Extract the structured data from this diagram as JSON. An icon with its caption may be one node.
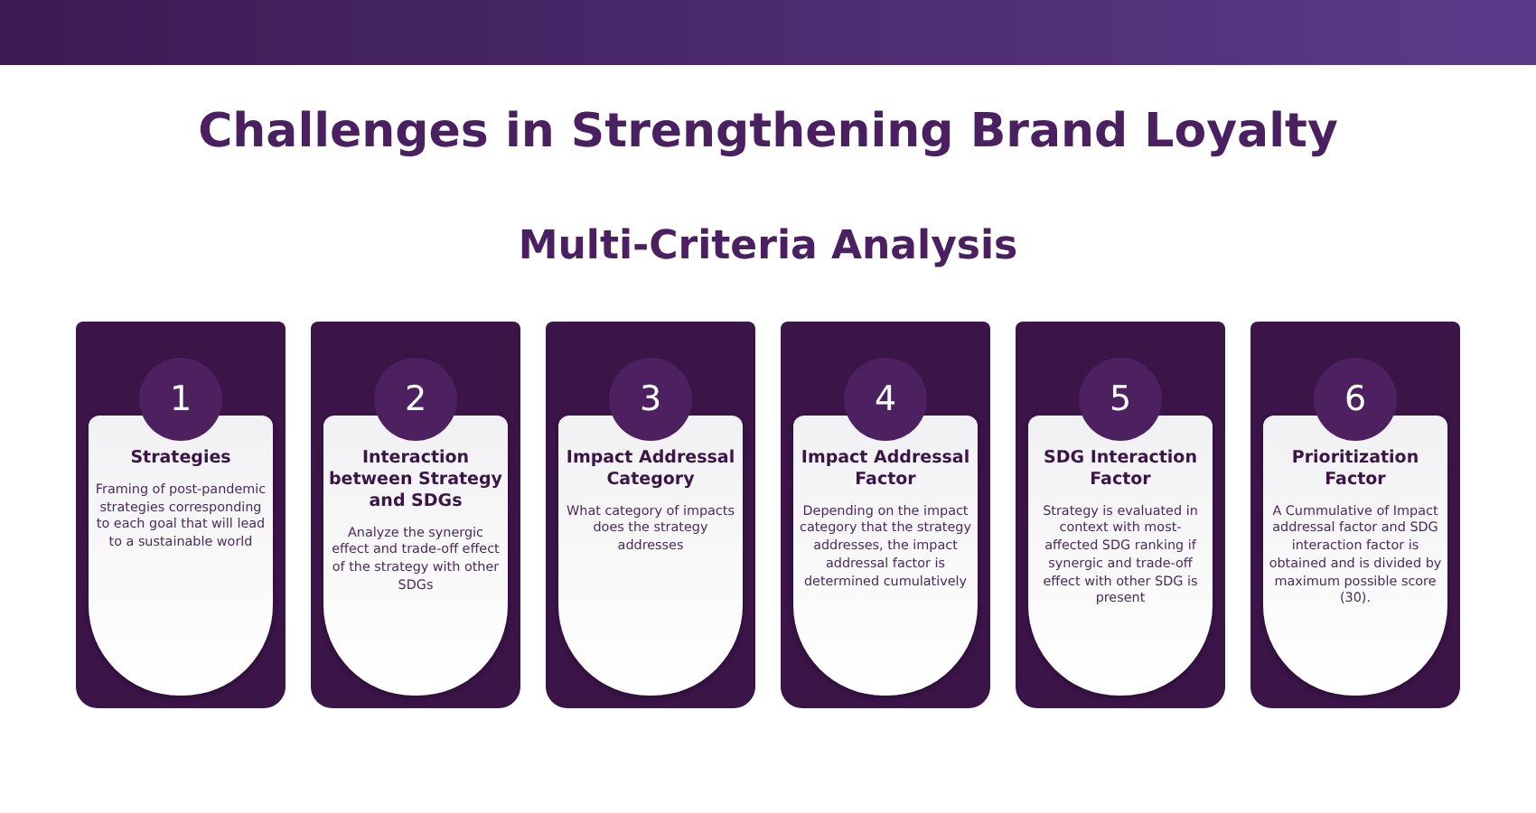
{
  "diagram": {
    "title": "Challenges in Strengthening Brand Loyalty",
    "caption": "Multi-Criteria Analysis",
    "nodes": [
      {
        "text": [
          "Strategies",
          "Framing of post-pandemic strategies corresponding to each goal that will lead to a sustainable world"
        ]
      },
      {
        "text": [
          "1"
        ],
        "in": 0
      },
      {
        "text": [
          "Interaction between Strategy and SDGs",
          "Analyze the synergic effect and trade-off effect of the strategy with other SDGs"
        ]
      },
      {
        "text": [
          "2"
        ],
        "in": 2
      },
      {
        "text": [
          "Impact Addressal Category",
          "What category of impacts does the strategy addresses"
        ]
      },
      {
        "text": [
          "3"
        ],
        "in": 4
      },
      {
        "text": [
          "Impact Addressal Factor",
          "Depending on the impact category that the strategy addresses, the impact addressal factor is determined cumulatively"
        ]
      },
      {
        "text": [
          "4"
        ],
        "in": 6
      },
      {
        "text": [
          "SDG Interaction Factor",
          "Strategy is evaluated in context with most-affected SDG ranking if synergic and trade-off effect with other SDG is present"
        ]
      },
      {
        "text": [
          "5"
        ],
        "in": 8
      },
      {
        "text": [
          "Prioritization Factor",
          "A Cummulative of Impact addressal factor and SDG interaction factor is obtained and is divided by maximum possible score (30)."
        ]
      },
      {
        "text": [
          "6"
        ],
        "in": 10
      }
    ]
  }
}
